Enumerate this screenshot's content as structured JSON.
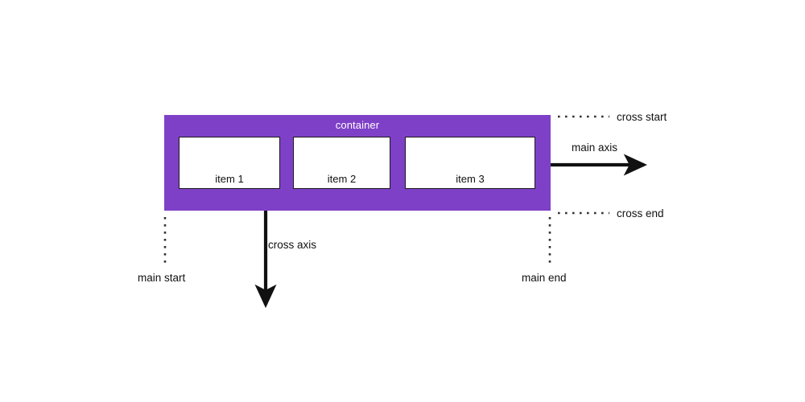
{
  "diagram": {
    "title": "flexbox-axes-diagram",
    "colors": {
      "container_fill": "#7F40C8",
      "item_fill": "#FFFFFF",
      "stroke": "#1A1A1A",
      "background": "#FFFFFF"
    },
    "container": {
      "label": "container"
    },
    "items": [
      {
        "label": "item 1"
      },
      {
        "label": "item 2"
      },
      {
        "label": "item 3"
      }
    ],
    "axes": [
      {
        "name": "main-axis",
        "label": "main axis",
        "direction": "horizontal-right"
      },
      {
        "name": "cross-axis",
        "label": "cross axis",
        "direction": "vertical-down"
      }
    ],
    "markers": [
      {
        "name": "cross-start",
        "label": "cross start"
      },
      {
        "name": "cross-end",
        "label": "cross end"
      },
      {
        "name": "main-start",
        "label": "main start"
      },
      {
        "name": "main-end",
        "label": "main end"
      }
    ]
  }
}
